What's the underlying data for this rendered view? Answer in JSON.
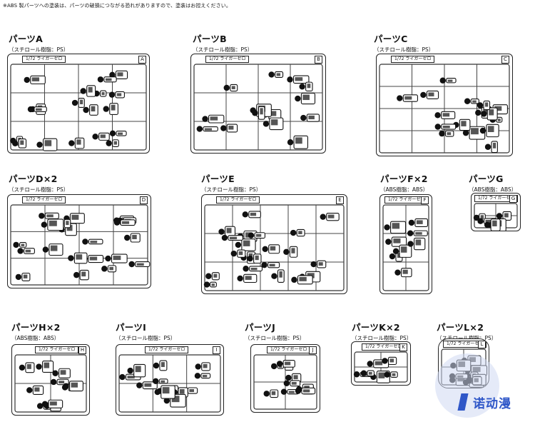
{
  "note": "※ABS 製パーツへの塗装は、パーツの破損につながる恐れがありますので、塗装はお控えください。",
  "groups": [
    {
      "title": "パーツA",
      "material": "（スチロール樹脂：PS）",
      "label": "1/72 ライガーゼロ",
      "letter": "A"
    },
    {
      "title": "パーツB",
      "material": "（スチロール樹脂：PS）",
      "label": "1/72 ライガーゼロ",
      "letter": "B"
    },
    {
      "title": "パーツC",
      "material": "（スチロール樹脂：PS）",
      "label": "1/72 ライガーゼロ",
      "letter": "C"
    },
    {
      "title": "パーツD×2",
      "material": "（スチロール樹脂：PS）",
      "label": "1/72 ライガーゼロ",
      "letter": "D"
    },
    {
      "title": "パーツE",
      "material": "（スチロール樹脂：PS）",
      "label": "1/72 ライガーゼロ",
      "letter": "E"
    },
    {
      "title": "パーツF×2",
      "material": "（ABS樹脂：ABS）",
      "label": "1/72 ライガーゼロ",
      "letter": "F"
    },
    {
      "title": "パーツG",
      "material": "（ABS樹脂：ABS）",
      "label": "1/72 ライガーゼロ",
      "letter": "G"
    },
    {
      "title": "パーツH×2",
      "material": "（ABS樹脂：ABS）",
      "label": "1/72 ライガーゼロ",
      "letter": "H"
    },
    {
      "title": "パーツI",
      "material": "（スチロール樹脂：PS）",
      "label": "1/72 ライガーゼロ",
      "letter": "I"
    },
    {
      "title": "パーツJ",
      "material": "（スチロール樹脂：PS）",
      "label": "1/72 ライガーゼロ",
      "letter": "J"
    },
    {
      "title": "パーツK×2",
      "material": "（スチロール樹脂：PS）",
      "label": "1/72 ライガーゼロ",
      "letter": "K"
    },
    {
      "title": "パーツL×2",
      "material": "（スチロール樹脂：PS）",
      "label": "1/72 ライガーゼロ",
      "letter": "L"
    }
  ],
  "watermark": "诺动漫"
}
